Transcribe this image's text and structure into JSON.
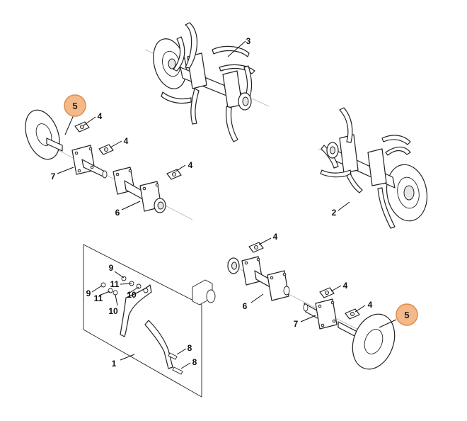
{
  "highlight_color": "#f4b98a",
  "highlight_stroke": "#e08a45",
  "callouts": {
    "c1": "1",
    "c2": "2",
    "c3": "3",
    "c4a": "4",
    "c4b": "4",
    "c4c": "4",
    "c4d": "4",
    "c4e": "4",
    "c4f": "4",
    "c5a": "5",
    "c5b": "5",
    "c6a": "6",
    "c6b": "6",
    "c7a": "7",
    "c7b": "7",
    "c8a": "8",
    "c8b": "8",
    "c9a": "9",
    "c9b": "9",
    "c10a": "10",
    "c10b": "10",
    "c11a": "11",
    "c11b": "11"
  }
}
